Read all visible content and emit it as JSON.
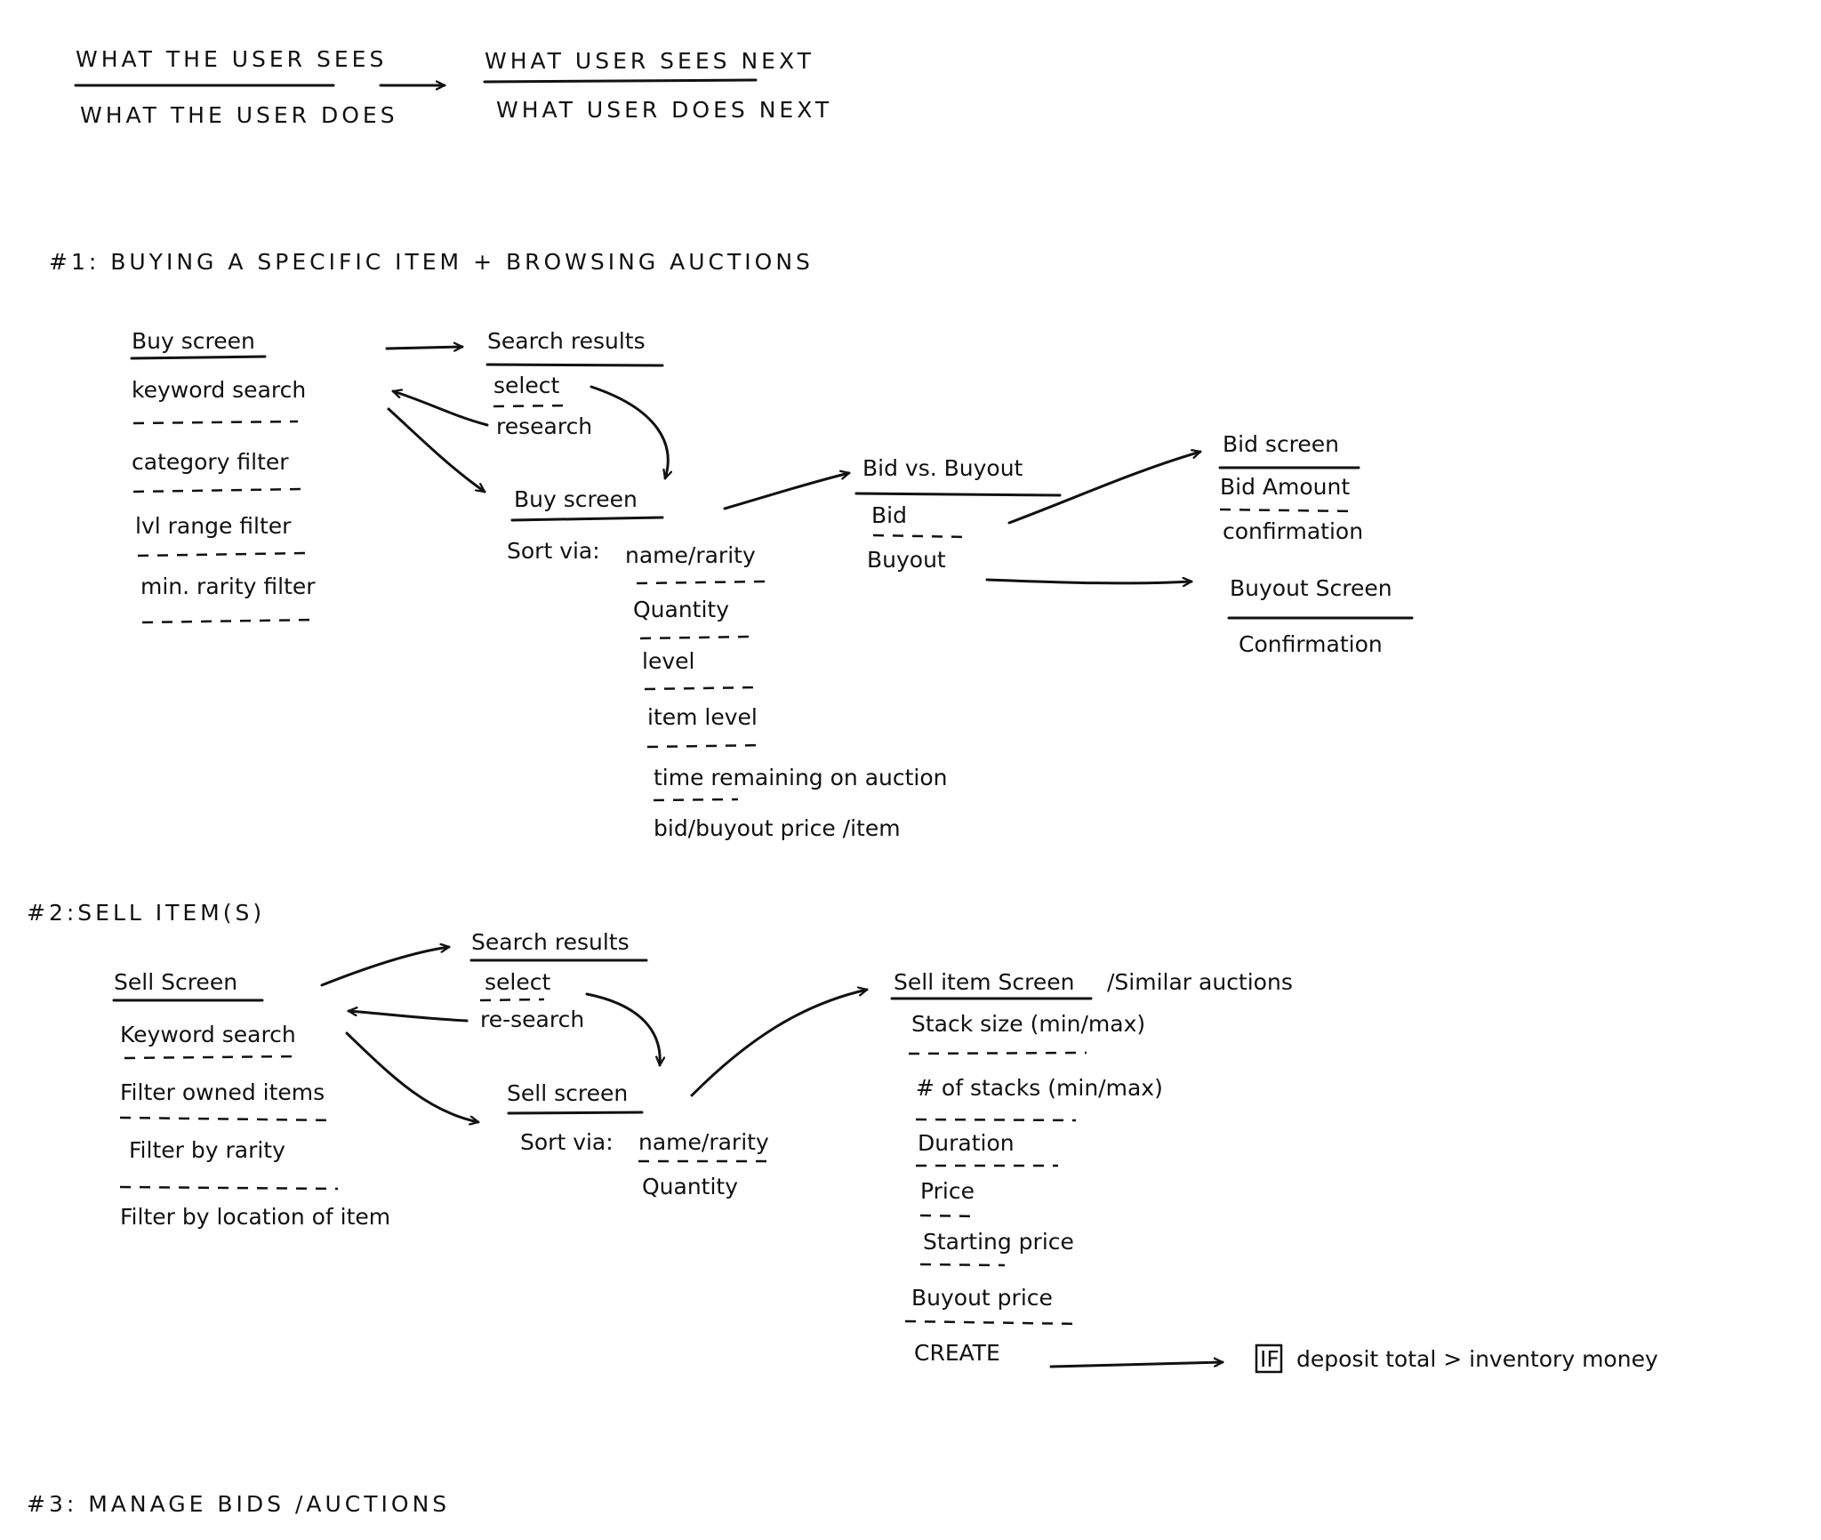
{
  "legend": {
    "sees": "WHAT THE USER SEES",
    "does": "WHAT THE USER DOES",
    "sees_next": "WHAT USER SEES NEXT",
    "does_next": "WHAT USER DOES NEXT"
  },
  "flow1": {
    "title": "#1: BUYING A SPECIFIC ITEM + BROWSING AUCTIONS",
    "buy_screen_a": {
      "title": "Buy screen",
      "actions": [
        "keyword search",
        "category filter",
        "lvl range filter",
        "min. rarity filter"
      ]
    },
    "search_results": {
      "title": "Search results",
      "actions": [
        "select",
        "research"
      ]
    },
    "buy_screen_b": {
      "title": "Buy screen",
      "sort_label": "Sort via:",
      "actions": [
        "name/rarity",
        "Quantity",
        "level",
        "item level",
        "time remaining on auction",
        "bid/buyout price /item"
      ]
    },
    "bid_vs_buyout": {
      "title": "Bid vs. Buyout",
      "actions": [
        "Bid",
        "Buyout"
      ]
    },
    "bid_screen": {
      "title": "Bid screen",
      "actions": [
        "Bid Amount",
        "confirmation"
      ]
    },
    "buyout_screen": {
      "title": "Buyout Screen",
      "actions": [
        "Confirmation"
      ]
    }
  },
  "flow2": {
    "title": "#2:SELL ITEM(S)",
    "sell_screen_a": {
      "title": "Sell Screen",
      "actions": [
        "Keyword search",
        "Filter owned items",
        "Filter by rarity",
        "Filter by location of item"
      ]
    },
    "search_results": {
      "title": "Search results",
      "actions": [
        "select",
        "re-search"
      ]
    },
    "sell_screen_b": {
      "title": "Sell screen",
      "sort_label": "Sort via:",
      "actions": [
        "name/rarity",
        "Quantity"
      ]
    },
    "sell_item_screen": {
      "title": "Sell item Screen",
      "title_extra": "/Similar auctions",
      "actions": [
        "Stack size (min/max)",
        "# of stacks (min/max)",
        "Duration",
        "Price",
        "Starting price",
        "Buyout price",
        "CREATE"
      ]
    },
    "if_note": {
      "badge": "IF",
      "text": "deposit total > inventory money"
    }
  },
  "flow3": {
    "title": "#3: MANAGE BIDS /AUCTIONS"
  }
}
